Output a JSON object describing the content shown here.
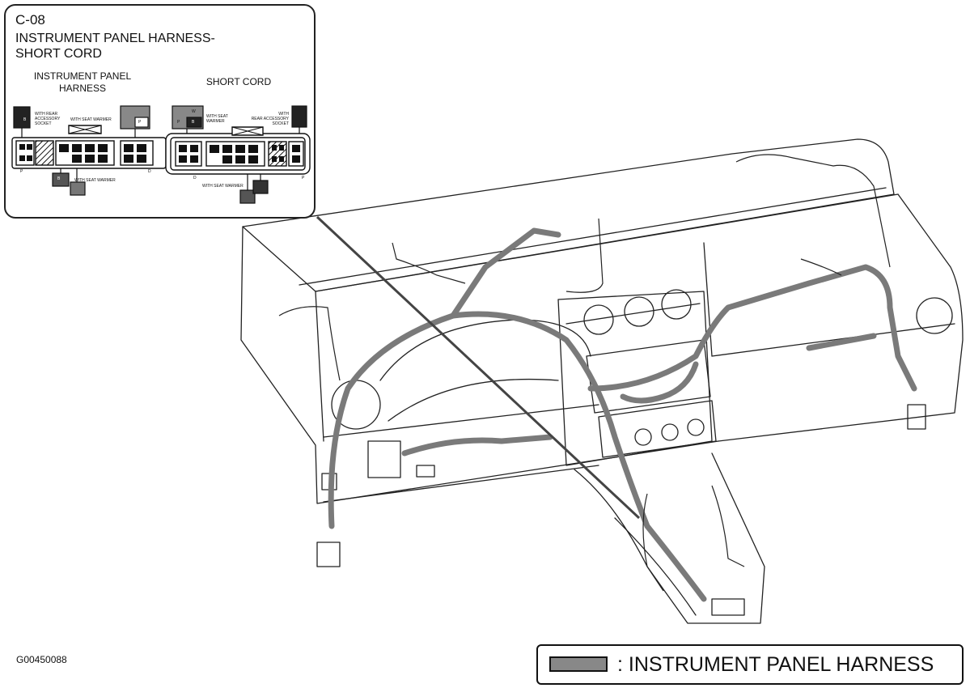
{
  "callout": {
    "code": "C-08",
    "title_line1": "INSTRUMENT PANEL HARNESS-",
    "title_line2": "SHORT CORD",
    "left_header_line1": "INSTRUMENT PANEL",
    "left_header_line2": "HARNESS",
    "right_header": "SHORT CORD",
    "left_notes": {
      "rear_socket_line1": "WITH REAR",
      "rear_socket_line2": "ACCESSORY",
      "rear_socket_line3": "SOCKET",
      "seat_warmer_top": "WITH SEAT WARMER",
      "seat_warmer_bottom": "WITH SEAT WARMER"
    },
    "right_notes": {
      "seat_warmer_line1": "WITH SEAT",
      "seat_warmer_line2": "WARMER",
      "rear_socket_line1": "WITH",
      "rear_socket_line2": "REAR ACCESSORY",
      "rear_socket_line3": "SOCKET",
      "seat_warmer_bottom": "WITH SEAT WARMER"
    },
    "pin_letters": {
      "b": "B",
      "p": "P",
      "w": "W",
      "d": "D"
    }
  },
  "figure_id": "G00450088",
  "legend": {
    "text": ": INSTRUMENT PANEL HARNESS",
    "swatch_color": "#888888"
  },
  "colors": {
    "harness": "#7a7a7a",
    "outline": "#222222"
  }
}
